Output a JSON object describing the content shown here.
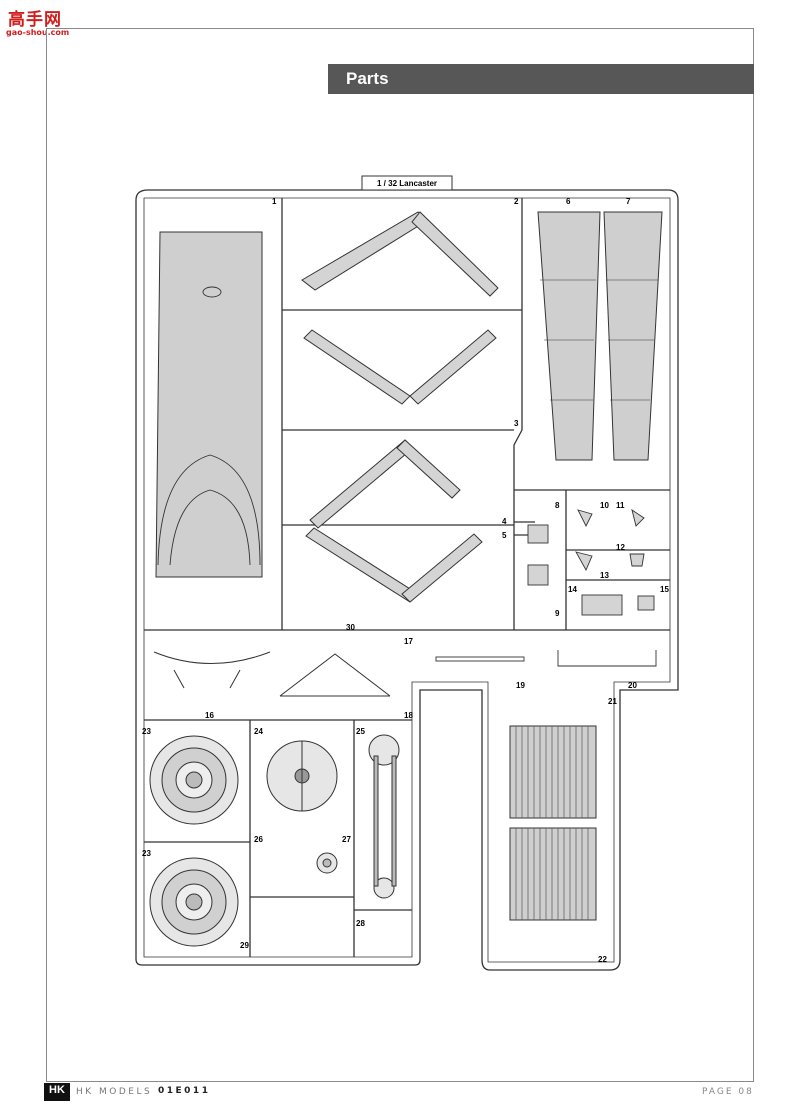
{
  "watermark": {
    "chars": "高手网",
    "url": "gao-shou.com"
  },
  "header": {
    "title": "Parts"
  },
  "sprue": {
    "tag": "1 / 32 Lancaster",
    "part_numbers": [
      "1",
      "2",
      "3",
      "4",
      "5",
      "6",
      "7",
      "8",
      "9",
      "10",
      "11",
      "12",
      "13",
      "14",
      "15",
      "16",
      "17",
      "18",
      "19",
      "20",
      "21",
      "22",
      "23",
      "23",
      "24",
      "25",
      "26",
      "27",
      "28",
      "29",
      "30"
    ]
  },
  "footer": {
    "logo": "HK",
    "brand": "HK MODELS",
    "code": "01E011",
    "page": "PAGE 08"
  }
}
